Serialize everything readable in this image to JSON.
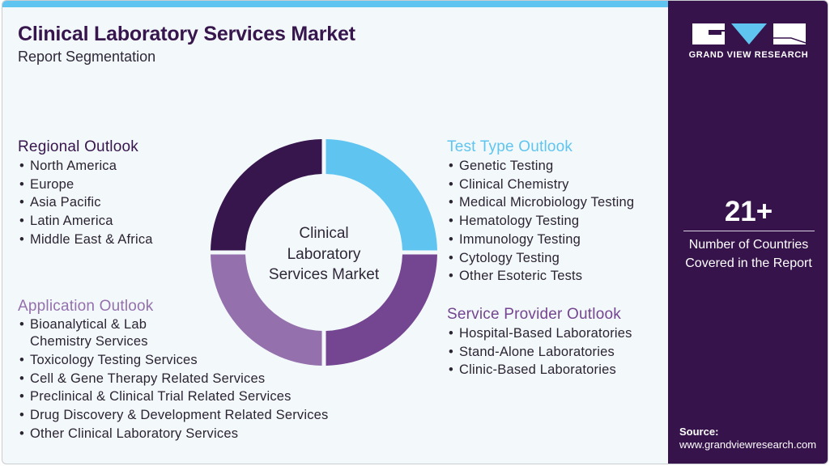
{
  "header": {
    "title": "Clinical Laboratory Services Market",
    "subtitle": "Report Segmentation"
  },
  "colors": {
    "dark_purple": "#37164d",
    "light_blue": "#5fc5f0",
    "medium_purple": "#744590",
    "light_purple": "#9470ad",
    "side_panel": "#37134b",
    "background": "#f3f8fb"
  },
  "center_label": [
    "Clinical",
    "Laboratory",
    "Services Market"
  ],
  "segments": {
    "regional": {
      "title": "Regional Outlook",
      "color": "#37164d",
      "items": [
        "North America",
        "Europe",
        "Asia Pacific",
        "Latin America",
        "Middle East & Africa"
      ]
    },
    "test_type": {
      "title": "Test Type Outlook",
      "color": "#5fc5f0",
      "items": [
        "Genetic Testing",
        "Clinical Chemistry",
        "Medical Microbiology Testing",
        "Hematology Testing",
        "Immunology Testing",
        "Cytology Testing",
        "Other Esoteric Tests"
      ]
    },
    "application": {
      "title": "Application Outlook",
      "color": "#9470ad",
      "items": [
        "Bioanalytical & Lab",
        "Chemistry Services",
        "Toxicology Testing Services",
        "Cell & Gene Therapy Related Services",
        "Preclinical & Clinical Trial Related Services",
        "Drug Discovery & Development Related Services",
        "Other Clinical Laboratory Services"
      ]
    },
    "service_provider": {
      "title": "Service Provider Outlook",
      "color": "#744590",
      "items": [
        "Hospital-Based Laboratories",
        "Stand-Alone Laboratories",
        "Clinic-Based Laboratories"
      ]
    }
  },
  "sidebar": {
    "brand": "GRAND VIEW RESEARCH",
    "stat_value": "21+",
    "stat_label_line1": "Number of Countries",
    "stat_label_line2": "Covered in the Report",
    "source_label": "Source:",
    "source_url": "www.grandviewresearch.com"
  }
}
